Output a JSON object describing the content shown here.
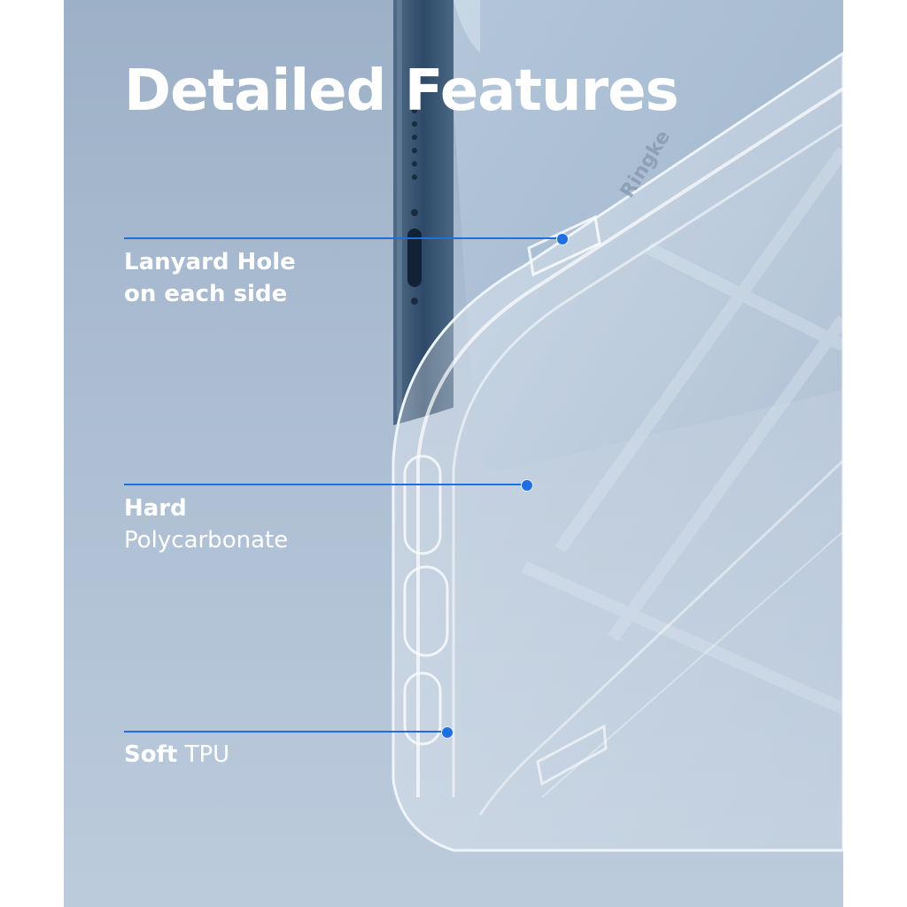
{
  "title": "Detailed Features",
  "brand_mark": "Ringke",
  "features": [
    {
      "line1": "Lanyard Hole",
      "line2": "on each side"
    },
    {
      "line1": "Hard",
      "line2": "Polycarbonate"
    },
    {
      "line1_bold": "Soft",
      "line1_regular": "TPU"
    }
  ],
  "colors": {
    "background": "#a9bbd0",
    "accent": "#1f6fe0",
    "text": "#ffffff"
  }
}
